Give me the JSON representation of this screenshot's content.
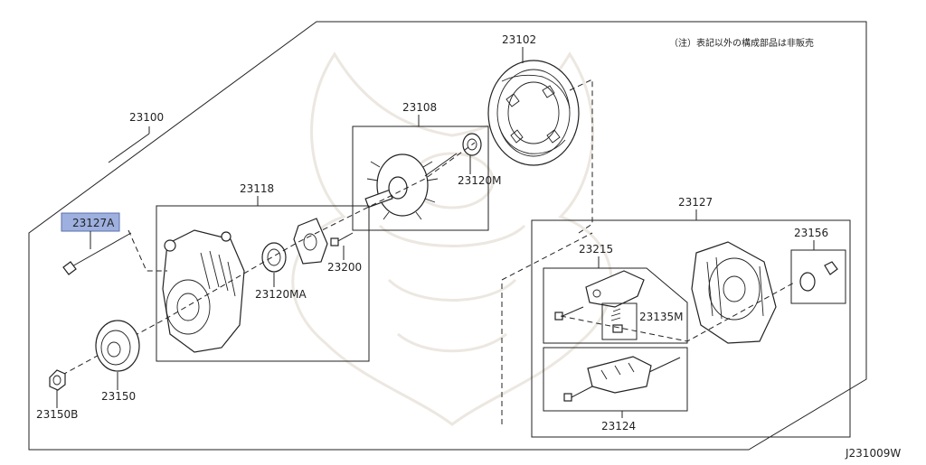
{
  "note": "（注）表記以外の構成部品は非販売",
  "diagram_code": "J231009W",
  "highlight_color": "#9db0df",
  "parts": {
    "p23100": "23100",
    "p23102": "23102",
    "p23108": "23108",
    "p23118": "23118",
    "p23120M": "23120M",
    "p23120MA": "23120MA",
    "p23127": "23127",
    "p23127A": "23127A",
    "p23135M": "23135M",
    "p23150": "23150",
    "p23150B": "23150B",
    "p23156": "23156",
    "p23200": "23200",
    "p23215": "23215",
    "p23124": "23124"
  }
}
